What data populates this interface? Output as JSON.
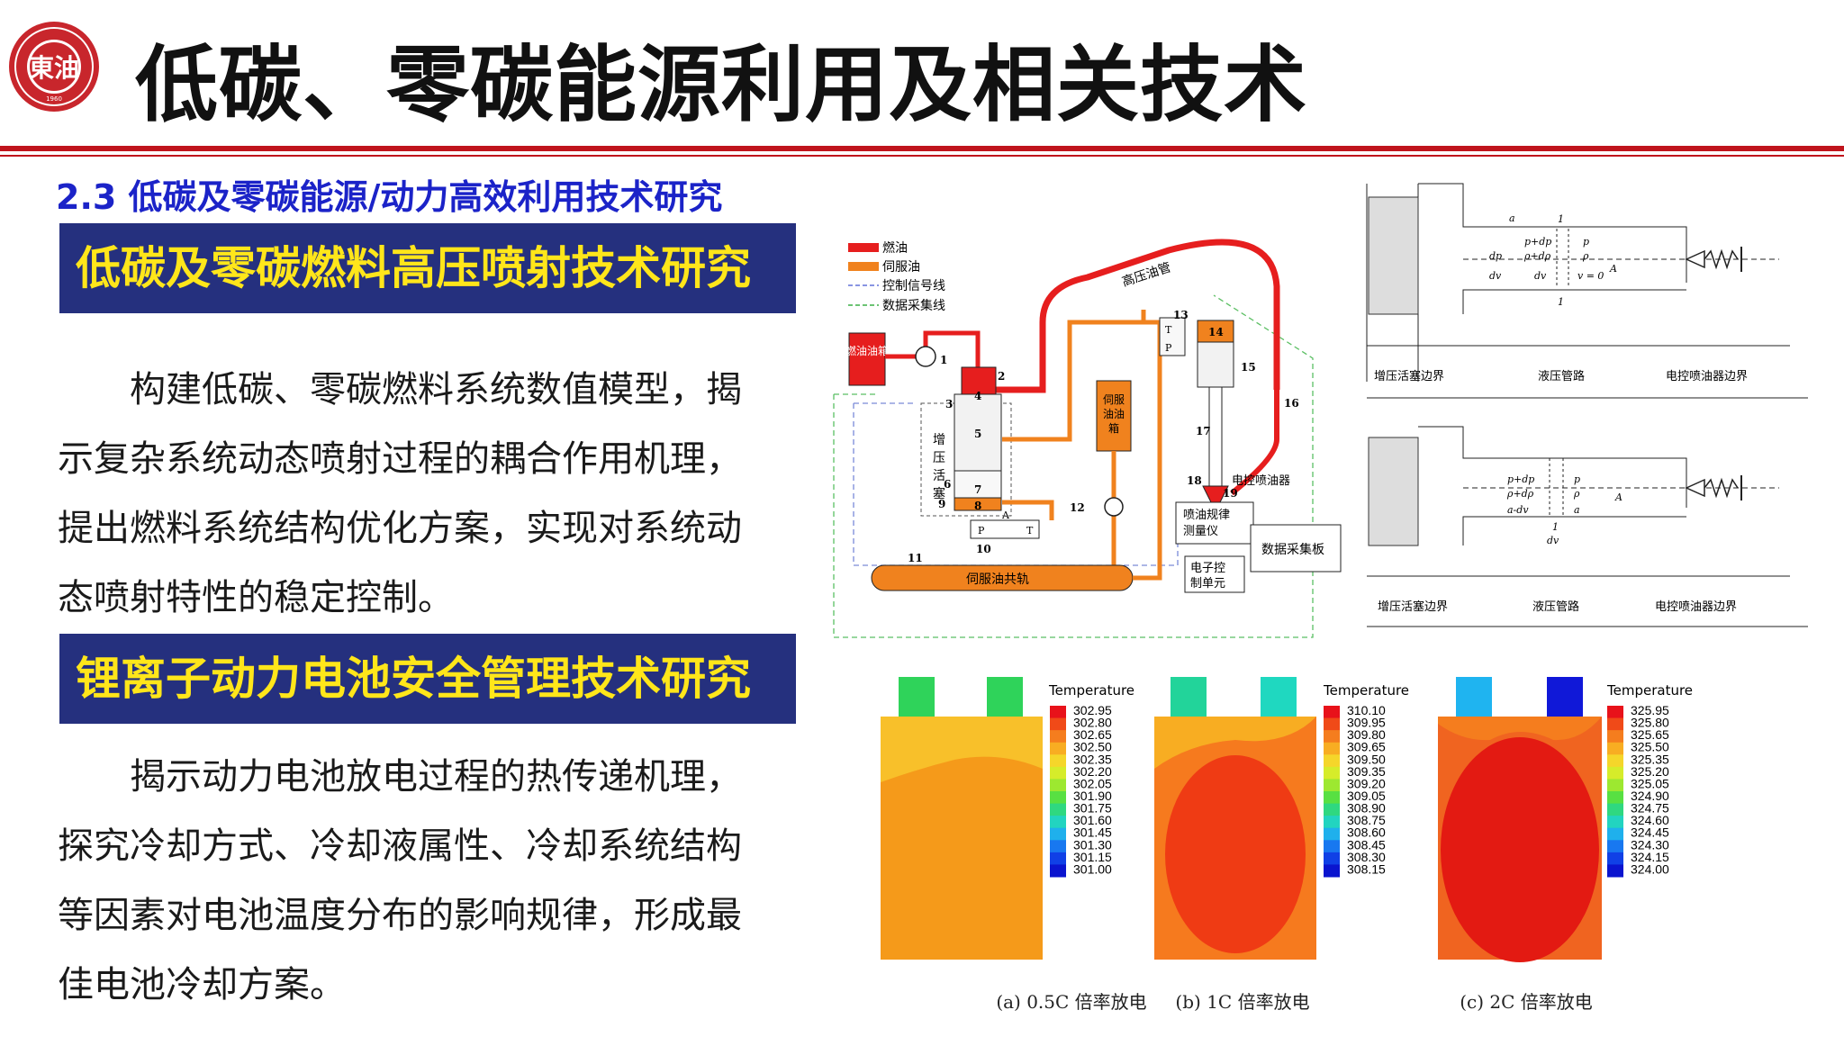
{
  "header": {
    "logo_text": "東油",
    "logo_year": "1960",
    "title": "低碳、零碳能源利用及相关技术",
    "accent_color": "#c0141c"
  },
  "section_title": "2.3 低碳及零碳能源/动力高效利用技术研究",
  "topics": [
    {
      "banner": "低碳及零碳燃料高压喷射技术研究",
      "lines": [
        "构建低碳、零碳燃料系统数值模型，揭",
        "示复杂系统动态喷射过程的耦合作用机理，",
        "提出燃料系统结构优化方案，实现对系统动",
        "态喷射特性的稳定控制。"
      ]
    },
    {
      "banner": "锂离子动力电池安全管理技术研究",
      "lines": [
        "揭示动力电池放电过程的热传递机理，",
        "探究冷却方式、冷却液属性、冷却系统结构",
        "等因素对电池温度分布的影响规律，形成最",
        "佳电池冷却方案。"
      ]
    }
  ],
  "injection_diagram": {
    "legend": [
      "燃油",
      "伺服油",
      "控制信号线",
      "数据采集线"
    ],
    "labels": {
      "tank": "燃油油箱",
      "rail_pipe": "高压油管",
      "booster": "增压活塞",
      "servo_tank": "伺服油油箱",
      "servo_rail": "伺服油共轨",
      "injector": "电控喷油器",
      "meter": "喷油规律测量仪",
      "ecu": "电子控制单元",
      "daq": "数据采集板"
    },
    "numbers": [
      "1",
      "2",
      "3",
      "4",
      "5",
      "6",
      "7",
      "8",
      "9",
      "10",
      "11",
      "12",
      "13",
      "14",
      "15",
      "16",
      "17",
      "18",
      "19"
    ],
    "valve_letters": [
      "P",
      "A",
      "T",
      "T",
      "P"
    ]
  },
  "model_diagram": {
    "top_labels": [
      "增压活塞边界",
      "液压管路",
      "电控喷油器边界"
    ],
    "bottom_labels": [
      "增压活塞边界",
      "液压管路",
      "电控喷油器边界"
    ],
    "top_symbols": [
      "a",
      "1",
      "p+dp",
      "p",
      "dp",
      "ρ+dρ",
      "ρ",
      "dv",
      "dv",
      "v = 0",
      "A",
      "1"
    ],
    "bottom_symbols": [
      "p+dp",
      "p",
      "ρ+dρ",
      "ρ",
      "a-dv",
      "a",
      "A",
      "1",
      "dv"
    ]
  },
  "thermal_panels": [
    {
      "caption": "(a) 0.5C 倍率放电",
      "legend_title": "Temperature",
      "legend_values": [
        "302.95",
        "302.80",
        "302.65",
        "302.50",
        "302.35",
        "302.20",
        "302.05",
        "301.90",
        "301.75",
        "301.60",
        "301.45",
        "301.30",
        "301.15",
        "301.00"
      ],
      "body_color": "#f59a1a",
      "inner_color": "#f8c02a",
      "tab_colors": [
        "#2fd35a",
        "#2fd35a"
      ]
    },
    {
      "caption": "(b) 1C 倍率放电",
      "legend_title": "Temperature",
      "legend_values": [
        "310.10",
        "309.95",
        "309.80",
        "309.65",
        "309.50",
        "309.35",
        "309.20",
        "309.05",
        "308.90",
        "308.75",
        "308.60",
        "308.45",
        "308.30",
        "308.15"
      ],
      "body_color": "#f67a1e",
      "inner_color": "#ef3b14",
      "tab_colors": [
        "#22d49a",
        "#1fd8c0"
      ]
    },
    {
      "caption": "(c) 2C 倍率放电",
      "legend_title": "Temperature",
      "legend_values": [
        "325.95",
        "325.80",
        "325.65",
        "325.50",
        "325.35",
        "325.20",
        "325.05",
        "324.90",
        "324.75",
        "324.60",
        "324.45",
        "324.30",
        "324.15",
        "324.00"
      ],
      "body_color": "#f06420",
      "inner_color": "#e31a12",
      "tab_colors": [
        "#1fb4f0",
        "#1018d8"
      ]
    }
  ],
  "colorbar": [
    "#e8121a",
    "#f04a18",
    "#f57d1e",
    "#f8ad22",
    "#f5d62a",
    "#d6ec2a",
    "#9de830",
    "#58e042",
    "#2fd880",
    "#22d4c0",
    "#1fb0ec",
    "#1878f0",
    "#1040e6",
    "#0a14cf"
  ]
}
